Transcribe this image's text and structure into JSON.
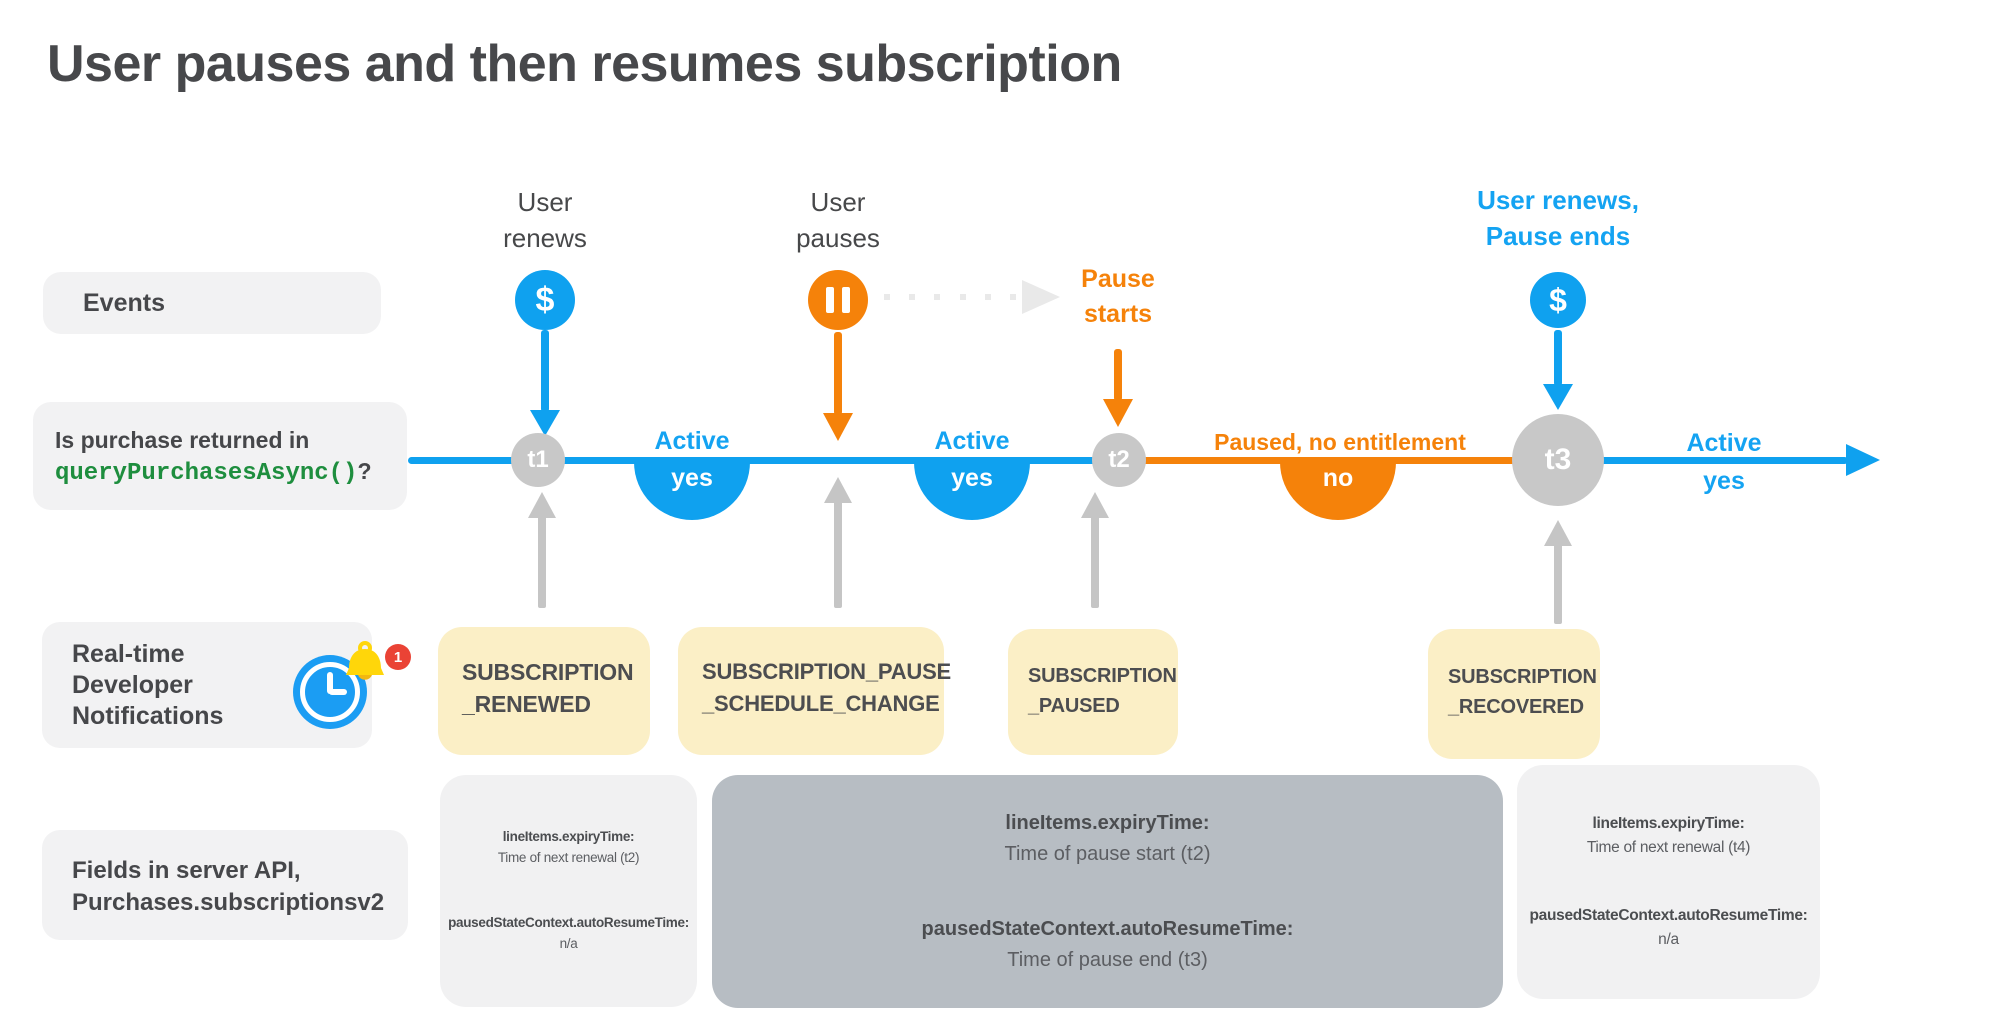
{
  "title": "User pauses and then resumes subscription",
  "left_labels": {
    "events": "Events",
    "purchase_line1": "Is purchase returned in",
    "purchase_code": "queryPurchasesAsync()",
    "purchase_suffix": "?",
    "rtdn_lines": [
      "Real-time",
      "Developer",
      "Notifications"
    ],
    "rtdn_badge": "1",
    "fields_lines": [
      "Fields in server API,",
      "Purchases.subscriptionsv2"
    ]
  },
  "events": {
    "renew1": {
      "lines": [
        "User",
        "renews"
      ],
      "icon": "$"
    },
    "pause": {
      "lines": [
        "User",
        "pauses"
      ]
    },
    "pause_starts": {
      "lines": [
        "Pause",
        "starts"
      ]
    },
    "renew2": {
      "lines": [
        "User renews,",
        "Pause ends"
      ],
      "icon": "$"
    }
  },
  "timeline": {
    "nodes": [
      "t1",
      "t2",
      "t3"
    ],
    "segments": [
      {
        "state": "Active",
        "answer": "yes"
      },
      {
        "state": "Active",
        "answer": "yes"
      },
      {
        "state": "Paused, no entitlement",
        "answer": "no"
      },
      {
        "state": "Active",
        "answer": "yes"
      }
    ]
  },
  "rtdn_boxes": [
    {
      "lines": [
        "SUBSCRIPTION",
        "_RENEWED"
      ]
    },
    {
      "lines": [
        "SUBSCRIPTION_PAUSE",
        "_SCHEDULE_CHANGE"
      ]
    },
    {
      "lines": [
        "SUBSCRIPTION",
        "_PAUSED"
      ]
    },
    {
      "lines": [
        "SUBSCRIPTION",
        "_RECOVERED"
      ]
    }
  ],
  "api_boxes": [
    {
      "highlighted": false,
      "fields": [
        {
          "name": "lineItems.expiryTime:",
          "value": "Time of next renewal (t2)"
        },
        {
          "name": "pausedStateContext.autoResumeTime:",
          "value": "n/a"
        }
      ]
    },
    {
      "highlighted": true,
      "fields": [
        {
          "name": "lineItems.expiryTime:",
          "value": "Time of pause start (t2)"
        },
        {
          "name": "pausedStateContext.autoResumeTime:",
          "value": "Time of pause end (t3)"
        }
      ]
    },
    {
      "highlighted": false,
      "fields": [
        {
          "name": "lineItems.expiryTime:",
          "value": "Time of next renewal (t4)"
        },
        {
          "name": "pausedStateContext.autoResumeTime:",
          "value": "n/a"
        }
      ]
    }
  ],
  "colors": {
    "blue": "#0FA1EF",
    "orange": "#F5820A",
    "green_code": "#1E8E3E",
    "node_gray": "#C8C8C8",
    "arrow_gray": "#C5C5C5",
    "dotted_gray": "#E9E9E9",
    "rtdn_yellow": "#FBEFC6",
    "panel_gray": "#F2F2F3",
    "highlight_gray": "#B7BDC3",
    "badge_red": "#EA4335"
  }
}
